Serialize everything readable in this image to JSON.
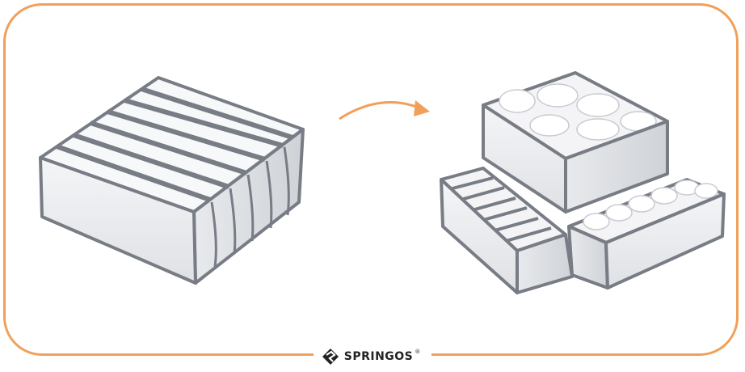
{
  "brand": {
    "name": "SPRINGOS",
    "registered_mark": "®",
    "logo_icon": "springos-logo-icon"
  },
  "colors": {
    "frame": "#f0a05a",
    "arrow": "#f0a05a",
    "organizer_trim": "#777c85",
    "mesh": "#eceef1",
    "brand_text": "#222222"
  },
  "illustration": {
    "left": "single-large-drawer-organizer",
    "arrow_icon": "curved-arrow-right-icon",
    "right": [
      "large-bra-organizer",
      "small-sock-organizer",
      "long-underwear-organizer"
    ]
  }
}
